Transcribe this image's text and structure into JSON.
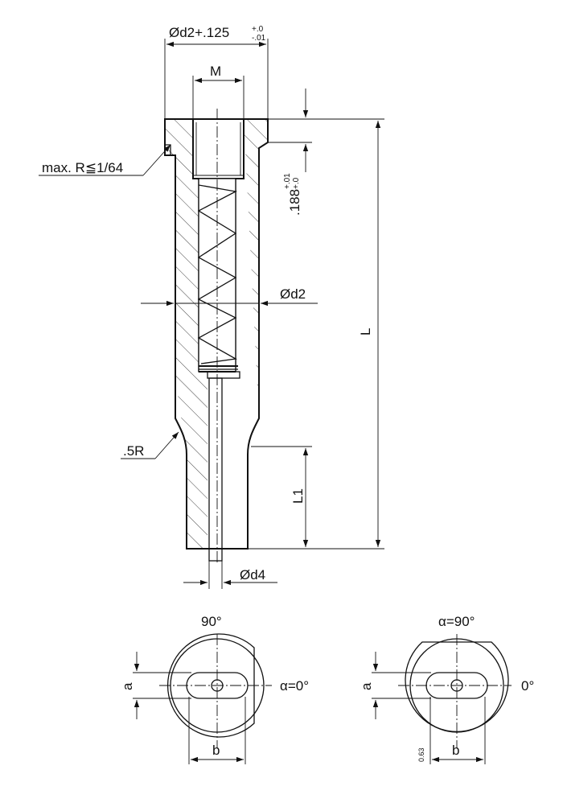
{
  "labels": {
    "top_width": "Ød2+.125",
    "top_width_tol_upper": "+.0",
    "top_width_tol_lower": "-.01",
    "thread": "M",
    "fillet_max": "max. R≦1/64",
    "head_thickness": ".188",
    "head_tol_upper": "+.01",
    "head_tol_lower": "+.0",
    "body_diameter": "Ød2",
    "length": "L",
    "radius": ".5R",
    "tip_length": "L1",
    "tip_diameter": "Ød4"
  },
  "view_left": {
    "top_angle": "90°",
    "side_angle": "α=0°",
    "dim_a": "a",
    "dim_b": "b"
  },
  "view_right": {
    "top_angle": "α=90°",
    "side_angle": "0°",
    "dim_a": "a",
    "dim_b": "b",
    "small_value": "0.63"
  }
}
